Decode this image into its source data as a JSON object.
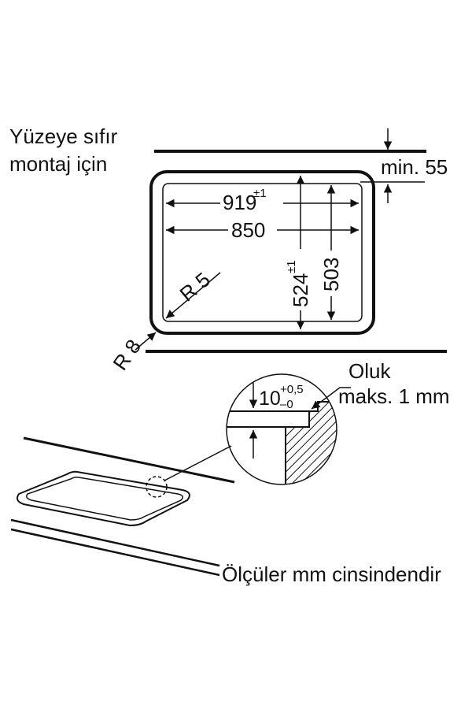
{
  "notes": {
    "title_line1": "Yüzeye sıfır",
    "title_line2": "montaj için",
    "footer": "Ölçüler mm cinsindendir"
  },
  "dimensions": {
    "min_gap": "min. 55",
    "outer_width": "919",
    "outer_width_tol": "±1",
    "inner_width": "850",
    "outer_depth": "524",
    "outer_depth_tol": "±1",
    "inner_depth": "503",
    "inner_radius": "R 5",
    "outer_radius": "R 8",
    "recess_depth": "10",
    "recess_tol_plus": "+0,5",
    "recess_tol_minus": "–0"
  },
  "detail": {
    "groove_line1": "Oluk",
    "groove_line2": "maks. 1 mm"
  },
  "colors": {
    "ink": "#111111",
    "background": "#ffffff"
  }
}
